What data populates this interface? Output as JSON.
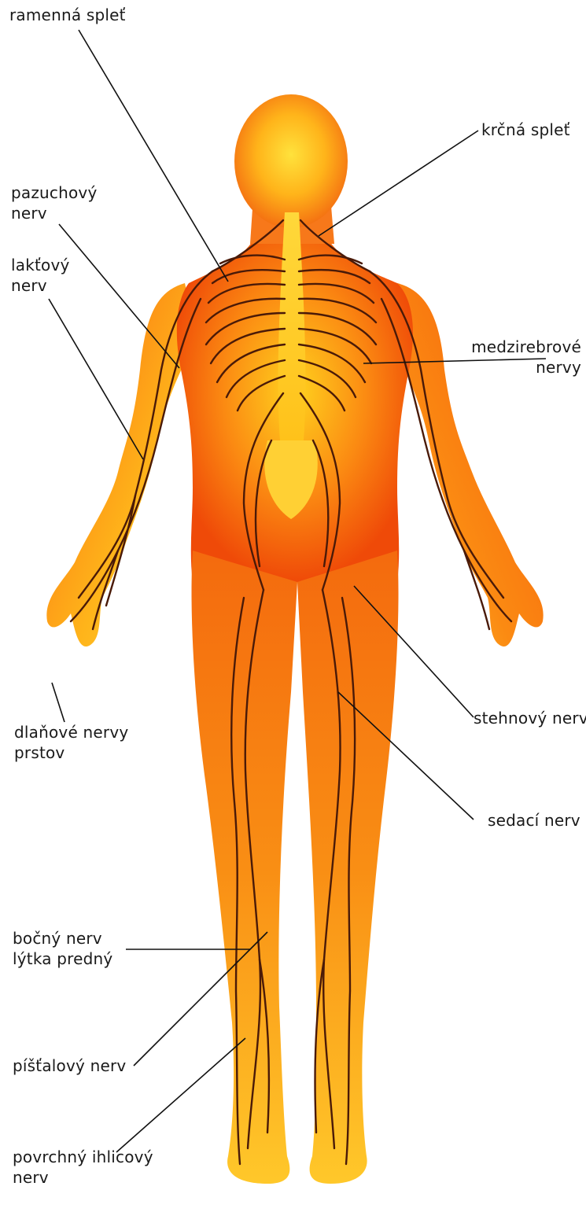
{
  "labels": {
    "ramenna_splet": "ramenná spleť",
    "krcna_splet": "krčná spleť",
    "pazuchovy_nerv": "pazuchový\nnerv",
    "medzirebrove_nervy": "medzirebrové\nnervy",
    "laktovy_nerv": "lakťový\nnerv",
    "dlanove_nervy_prstov": "dlaňové nervy\nprstov",
    "stehnovy_nerv": "stehnový nerv",
    "sedaci_nerv": "sedací nerv",
    "bocny_nerv_lytka": "bočný nerv\nlýtka predný",
    "pistalovy_nerv": "píšťalový nerv",
    "povrchny_ihlicovy_nerv": "povrchný ihlicový\nnerv"
  },
  "colors": {
    "body_edge": "#ef4a08",
    "body_mid": "#f87a10",
    "body_light": "#ffc21a",
    "highlight": "#ffe040",
    "nerve": "#4a1a08",
    "leader": "#111111"
  }
}
